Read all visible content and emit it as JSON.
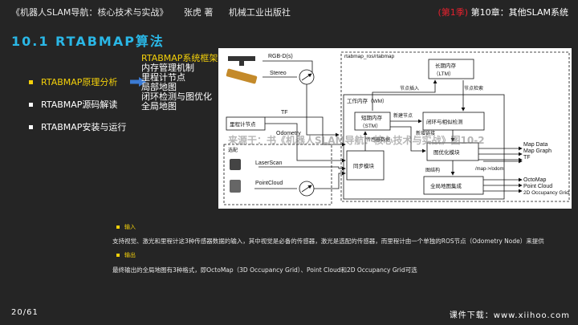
{
  "header": {
    "book": "《机器人SLAM导航：核心技术与实战》",
    "author": "张虎 著",
    "publisher": "机械工业出版社",
    "season": "(第1季)",
    "chapter": "第10章：其他SLAM系统"
  },
  "section_title": "10.1 RTABMAP算法",
  "menu": {
    "items": [
      {
        "label": "RTABMAP原理分析",
        "active": true
      },
      {
        "label": "RTABMAP源码解读",
        "active": false
      },
      {
        "label": "RTABMAP安装与运行",
        "active": false
      }
    ]
  },
  "sublist": [
    "RTABMAP系统框架",
    "内存管理机制",
    "里程计节点",
    "局部地图",
    "闭环检测与图优化",
    "全局地图"
  ],
  "diagram": {
    "rgbd": "RGB-D(s)",
    "stereo": "Stereo",
    "tf": "TF",
    "odometry": "Odometry",
    "odom_node": "里程计节点",
    "optional": "选配",
    "laserscan": "LaserScan",
    "pointcloud": "PointCloud",
    "sync": "同步模块",
    "rtabmap_ros": "rtabmap_ros/rtabmap",
    "ltm": "长期内存",
    "ltm_en": "（LTM）",
    "node_insert": "节点插入",
    "node_retrieve": "节点检索",
    "wm": "工作内存（WM）",
    "stm": "短期内存",
    "stm_en": "（STM）",
    "new_node": "新建节点",
    "loop": "闭环与相似检测",
    "sensor_data": "传感器数据",
    "new_link": "新增链接",
    "graph_opt": "图优化模块",
    "map_odom": "/map->/odom",
    "graph_struct": "图结构",
    "global_map": "全局地图集成",
    "out_mapdata": "Map Data",
    "out_mapgraph": "Map Graph",
    "out_tf": "TF",
    "out_octomap": "OctoMap",
    "out_pointcloud": "Point Cloud",
    "out_2d": "2D Occupancy Grid"
  },
  "watermark": "来源于：书《机器人SLAM导航：核心技术与实战》图10-2",
  "notes": {
    "input_title": "输入",
    "input_text": "支持视觉、激光和里程计这3种传感器数据的输入，其中视觉是必备的传感器，激光是选配的传感器，而里程计由一个单独的ROS节点（Odometry Node）来提供",
    "output_title": "输出",
    "output_text": "最终输出的全局地图有3种格式，即OctoMap（3D Occupancy Grid）、Point Cloud和2D Occupancy Grid可选"
  },
  "footer": {
    "page": "20/61",
    "download": "课件下载：www.xiihoo.com"
  },
  "colors": {
    "accent_blue": "#2ab7e6",
    "highlight_yellow": "#f5d10a",
    "season_red": "#e8212e",
    "background": "#252525"
  }
}
